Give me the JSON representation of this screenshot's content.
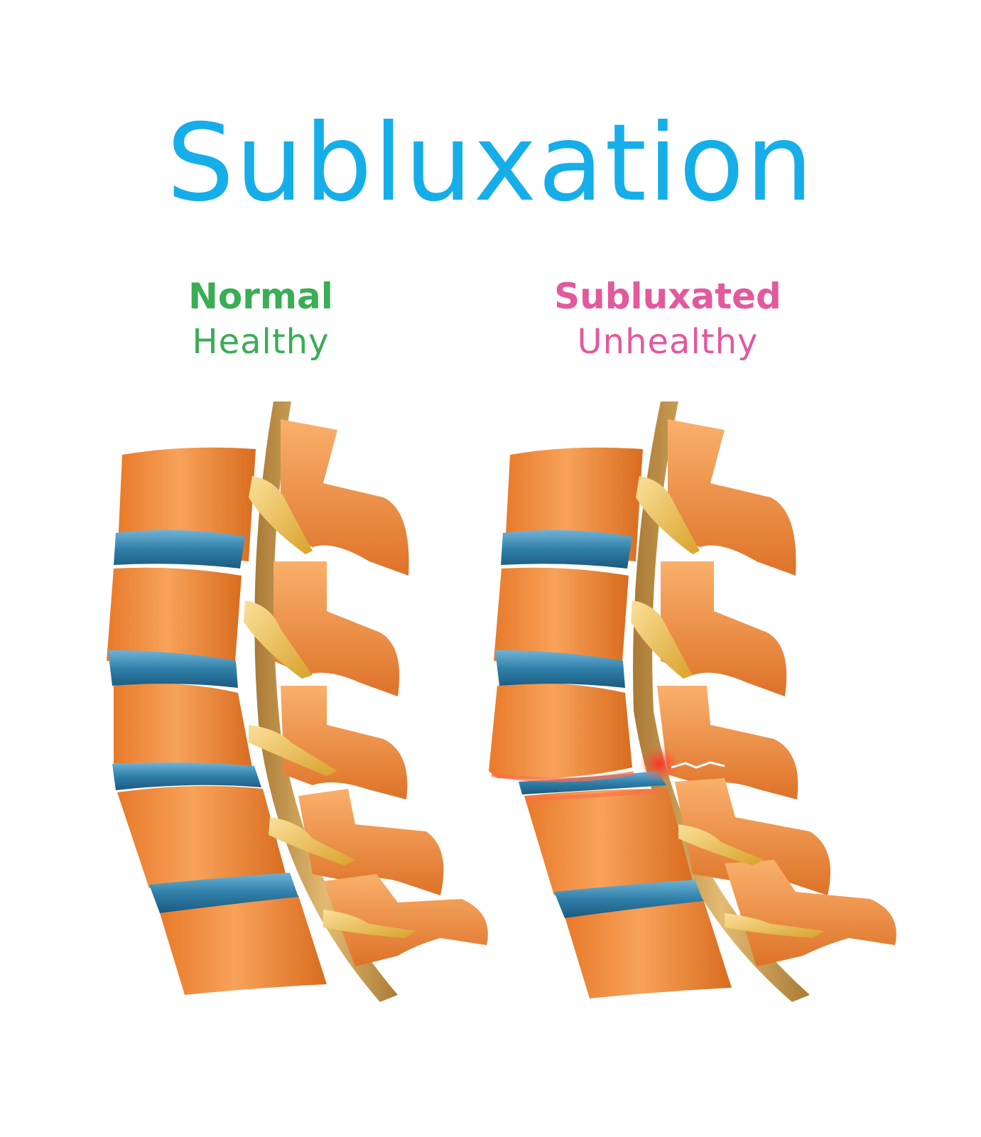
{
  "title": "Subluxation",
  "left": {
    "heading": "Normal",
    "subheading": "Healthy"
  },
  "right": {
    "heading": "Subluxated",
    "subheading": "Unhealthy"
  },
  "colors": {
    "title": "#16aee8",
    "normal": "#3aad55",
    "subluxated": "#e2599d",
    "bone": "#f08a3a",
    "disc": "#2f7fa8",
    "nerve": "#e6b33a",
    "cord": "#c99a4e",
    "inflammation": "#e8322e"
  }
}
